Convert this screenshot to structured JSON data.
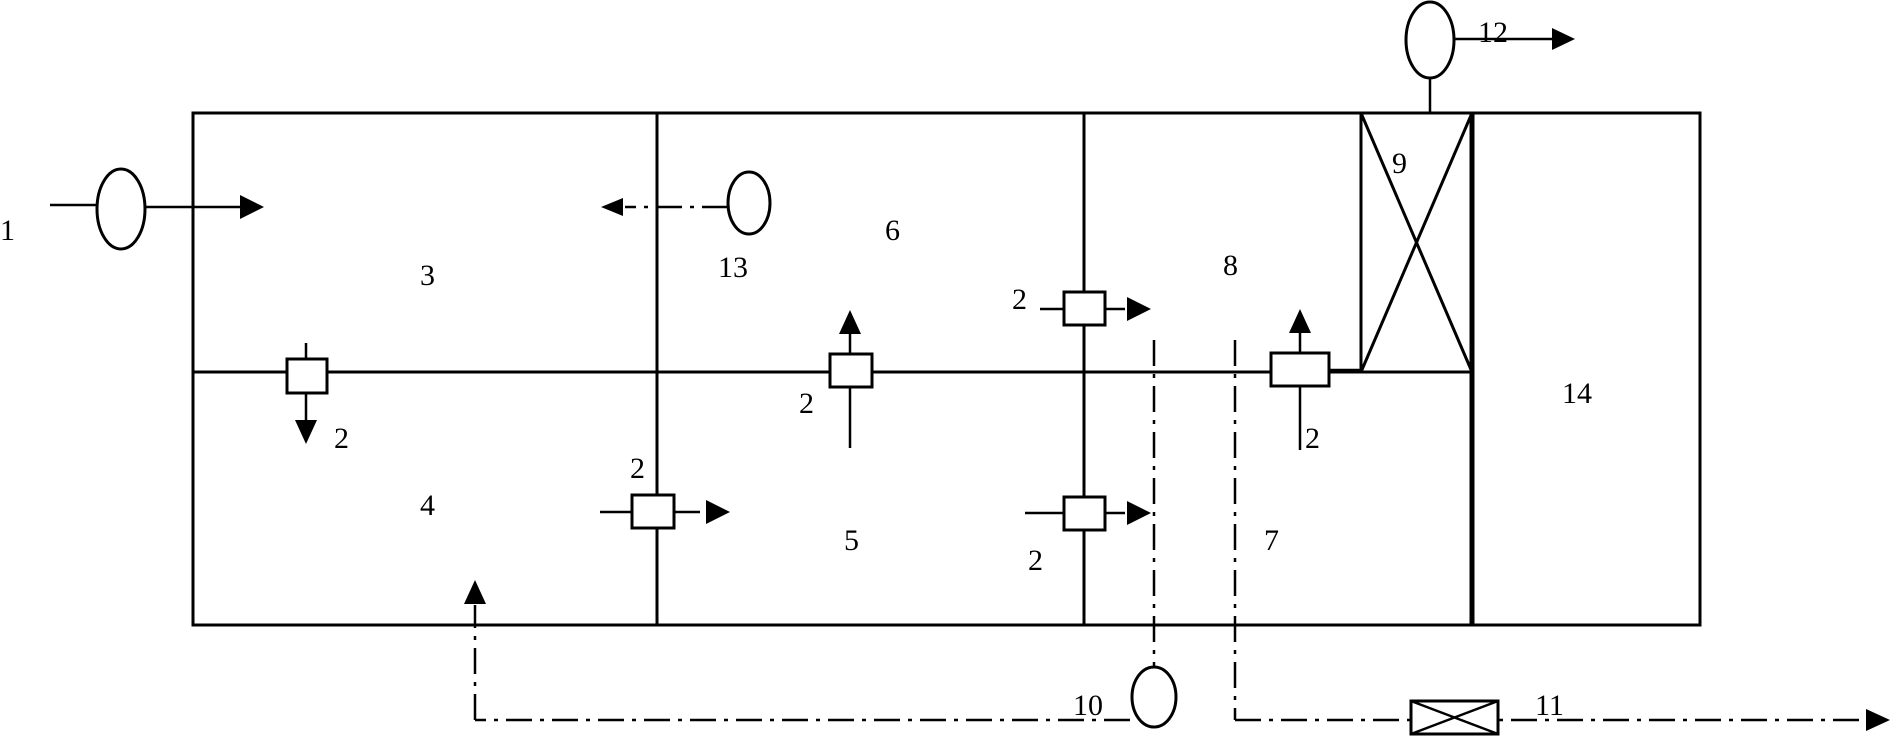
{
  "labels": {
    "n1": "1",
    "n2": "2",
    "n3": "3",
    "n4": "4",
    "n5": "5",
    "n6": "6",
    "n7": "7",
    "n8": "8",
    "n9": "9",
    "n10": "10",
    "n11": "11",
    "n12": "12",
    "n13": "13",
    "n14": "14"
  }
}
